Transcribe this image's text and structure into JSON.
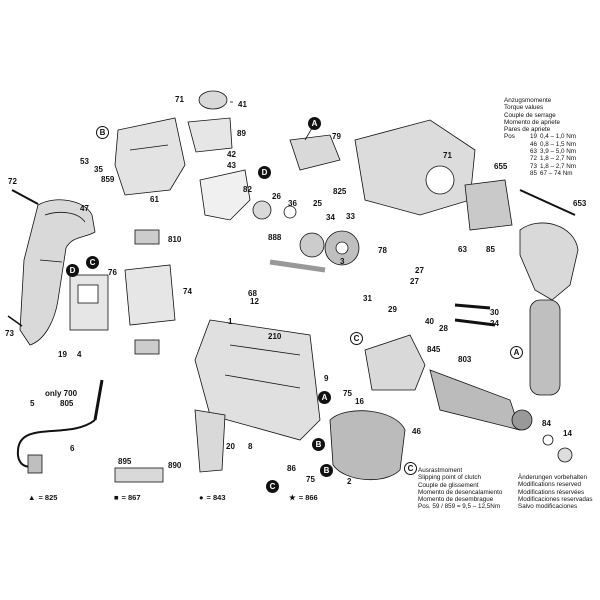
{
  "part_numbers": [
    "71",
    "41",
    "89",
    "42",
    "43",
    "82",
    "53",
    "35",
    "859",
    "72",
    "47",
    "61",
    "26",
    "36",
    "34",
    "33",
    "888",
    "810",
    "76",
    "74",
    "68",
    "31",
    "30",
    "29",
    "40",
    "24",
    "28",
    "1",
    "210",
    "9",
    "845",
    "803",
    "75",
    "46",
    "84",
    "14",
    "73",
    "19",
    "4",
    "only 700",
    "805",
    "5",
    "6",
    "895",
    "890",
    "20",
    "8",
    "86",
    "75",
    "2",
    "12",
    "655",
    "653",
    "63",
    "85",
    "825",
    "78",
    "27",
    "79",
    "71",
    "25",
    "3",
    "16",
    "27"
  ],
  "callouts": {
    "A": "A",
    "B": "B",
    "C": "C",
    "D": "D"
  },
  "torque": {
    "title_lines": [
      "Anzugsmomente",
      "Torque values",
      "Couple de serrage",
      "Momento de apriete",
      "Pares de apriete"
    ],
    "rows": [
      {
        "pos": "19",
        "eq": "=",
        "val": "0,4 – 1,0 Nm",
        "lead": "Pos"
      },
      {
        "pos": "46",
        "eq": "=",
        "val": "0,8 – 1,5 Nm",
        "lead": ""
      },
      {
        "pos": "63",
        "eq": "=",
        "val": "3,9 – 5,0 Nm",
        "lead": ""
      },
      {
        "pos": "72",
        "eq": "=",
        "val": "1,8 – 2,7 Nm",
        "lead": ""
      },
      {
        "pos": "73",
        "eq": "=",
        "val": "1,8 – 2,7 Nm",
        "lead": ""
      },
      {
        "pos": "85",
        "eq": "=",
        "val": "67 – 74 Nm",
        "lead": ""
      }
    ]
  },
  "clutch": {
    "lines": [
      "Ausrastmoment",
      "Slipping point of clutch",
      "Couple de glissement",
      "Momento de desencalamiento",
      "Momento de desembrague"
    ],
    "pos_line": "Pos.  59 / 859  =  9,5 – 12,5Nm"
  },
  "mods": {
    "lines": [
      "Änderungen vorbehalten",
      "Modifications reserved",
      "Modifications réservées",
      "Modificaciones reservadas",
      "Salvo modificaciones"
    ]
  },
  "legend": [
    {
      "symbol": "▲",
      "text": "= 825"
    },
    {
      "symbol": "■",
      "text": "= 867"
    },
    {
      "symbol": "●",
      "text": "= 843"
    },
    {
      "symbol": "★",
      "text": "= 866"
    }
  ],
  "colors": {
    "ink": "#111111",
    "paper": "#ffffff",
    "shade": "#d9d9d9",
    "dark_shade": "#8a8a8a"
  }
}
